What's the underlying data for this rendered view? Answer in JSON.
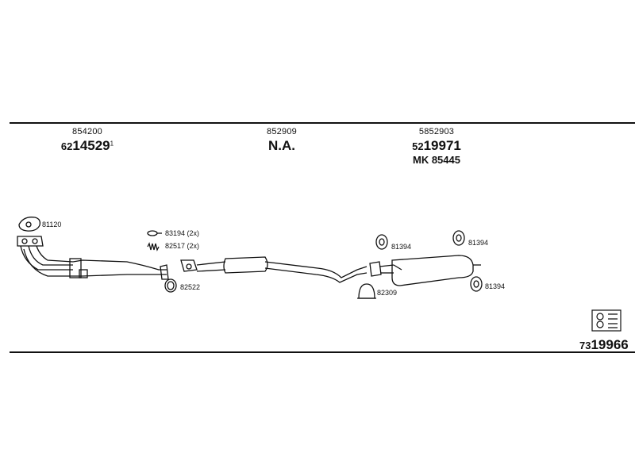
{
  "columns": [
    {
      "part_no": "854200",
      "code_prefix": "62",
      "code_main": "14529",
      "code_suffix": "1"
    },
    {
      "part_no": "852909",
      "code_main": "N.A."
    },
    {
      "part_no": "5852903",
      "code_prefix": "52",
      "code_main": "19971",
      "secondary": "MK  85445"
    }
  ],
  "labels": {
    "gasket_top": "81120",
    "clamp_2x": "83194 (2x)",
    "spring_2x": "82517 (2x)",
    "ring": "82522",
    "hanger_left": "81394",
    "hanger_right_top": "81394",
    "hanger_right_bottom": "81394",
    "clamp_bottom": "82309"
  },
  "footer": {
    "code_prefix": "73",
    "code_main": "19966"
  }
}
